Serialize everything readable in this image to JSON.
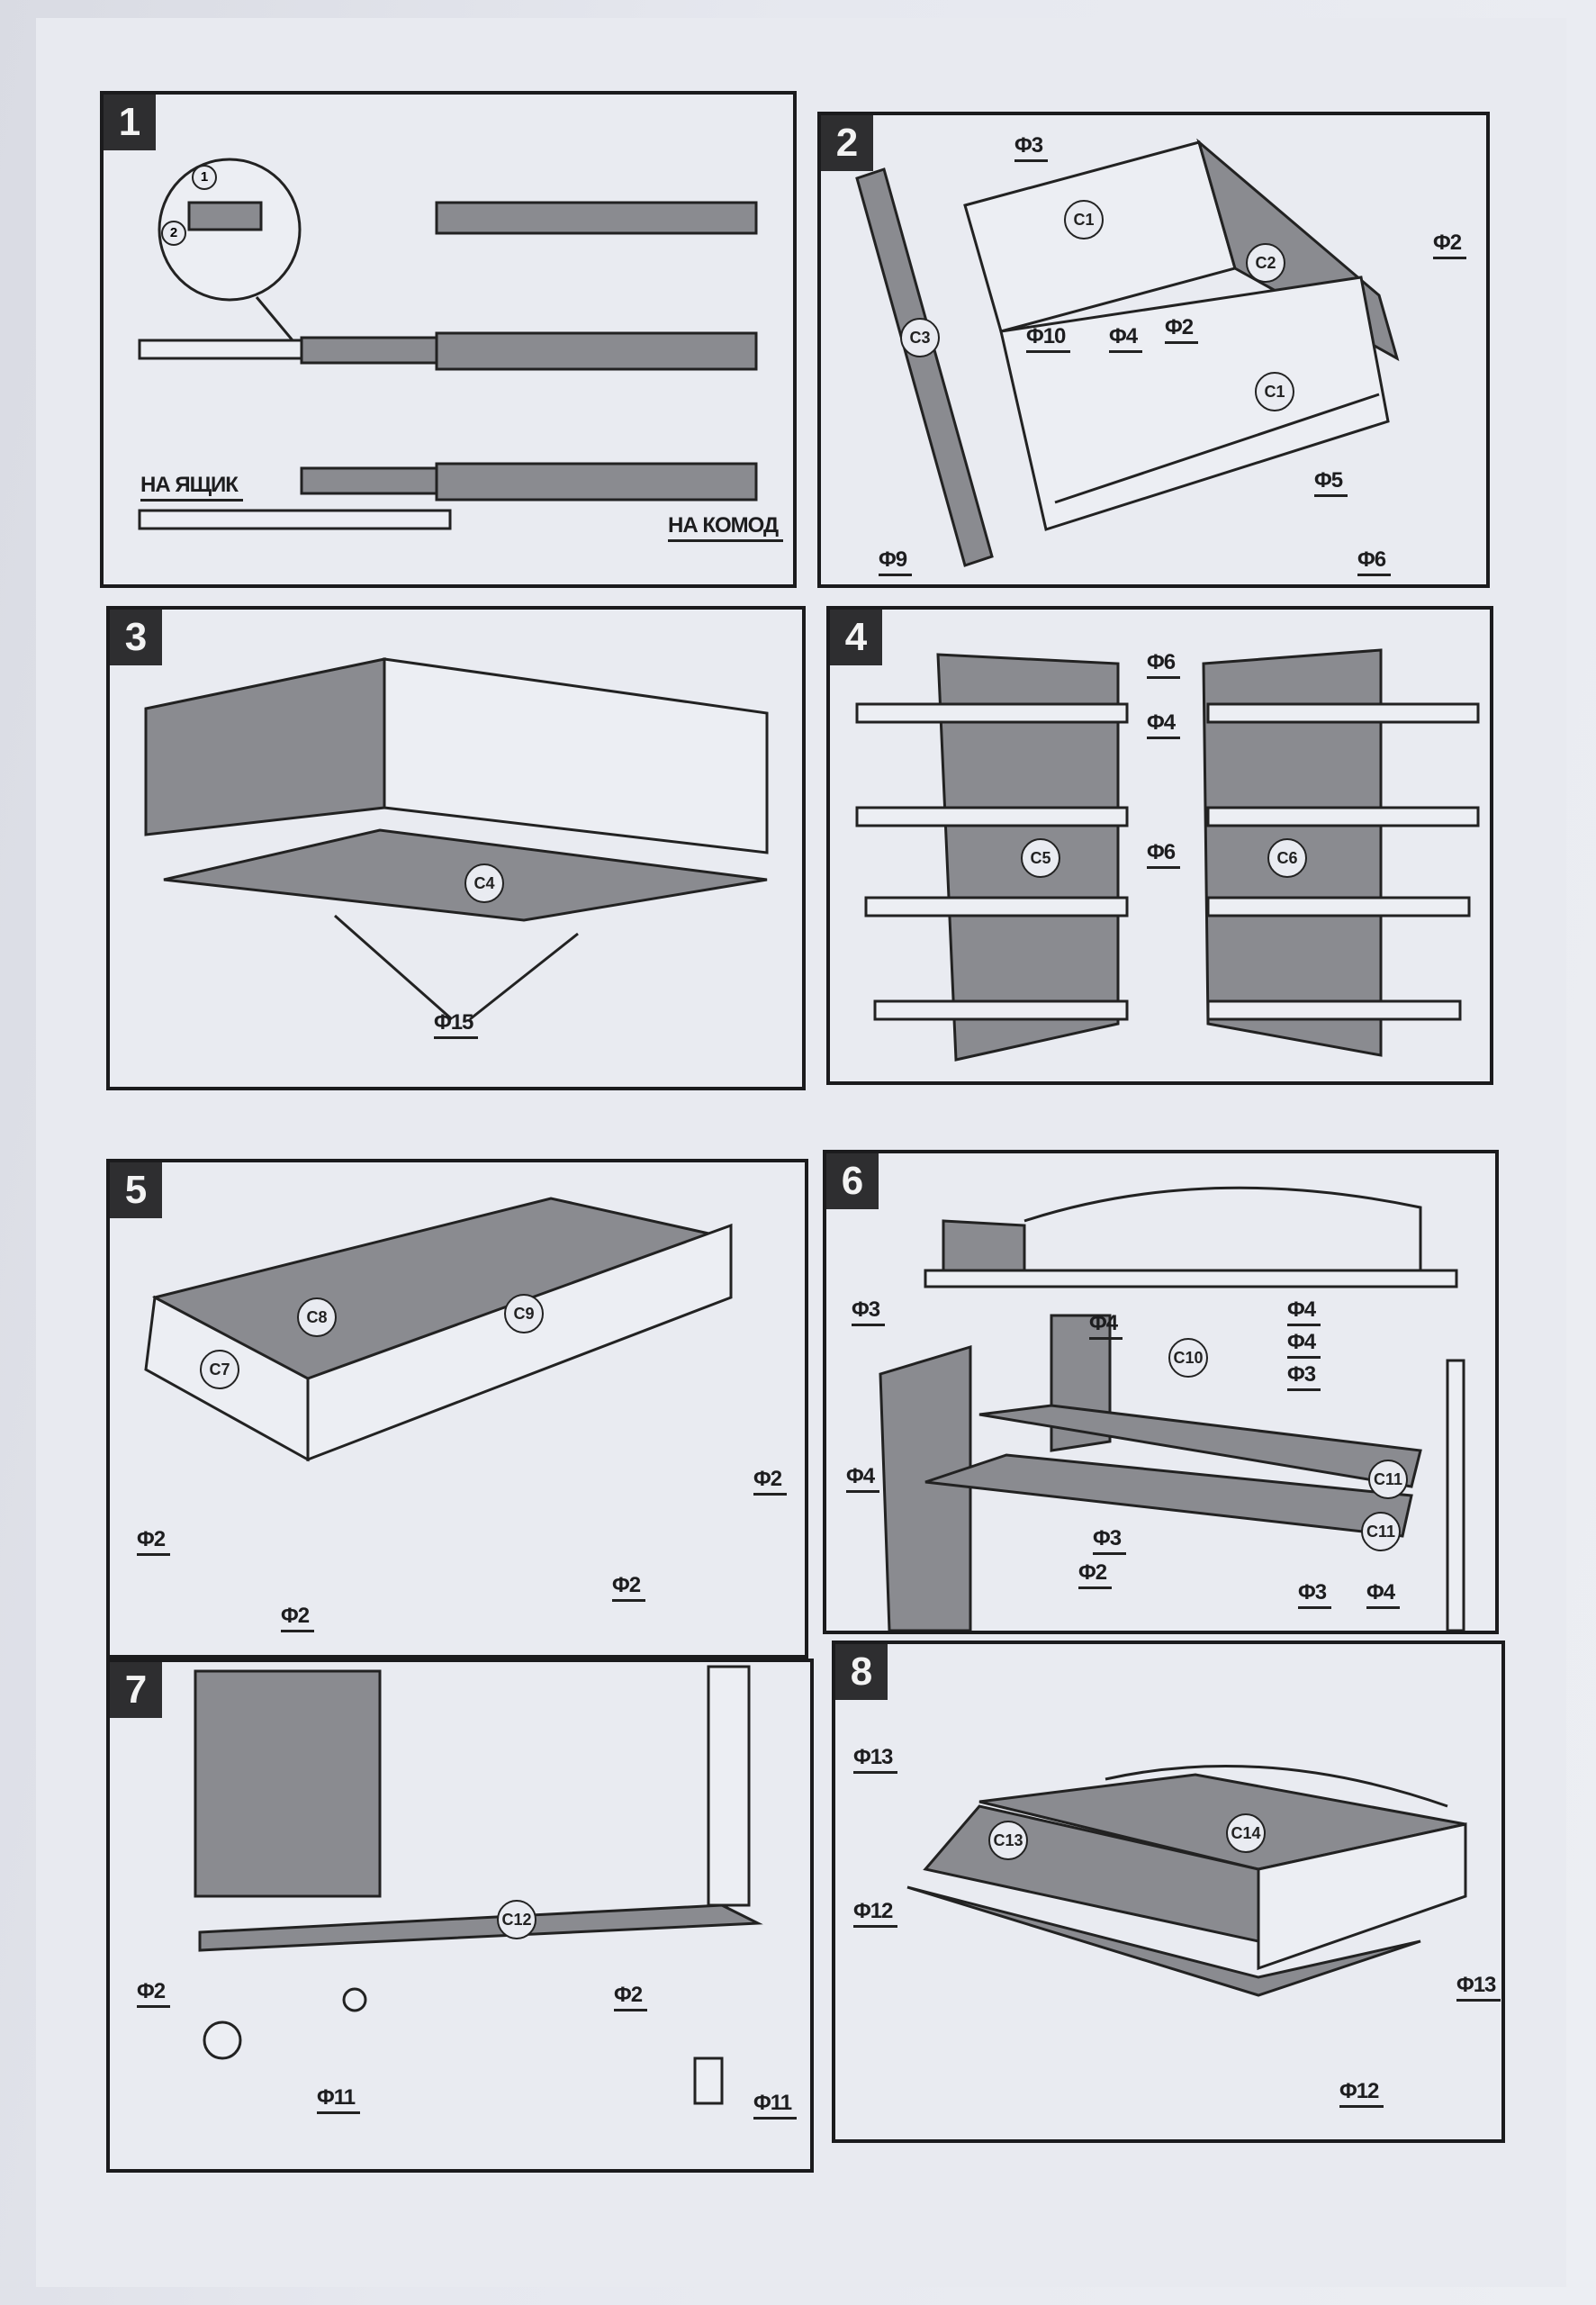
{
  "panels": [
    {
      "number": "1",
      "labels": [
        "НА ЯЩИК",
        "НА КОМОД"
      ],
      "steps": [
        "1",
        "2"
      ]
    },
    {
      "number": "2",
      "labels": [
        "Φ3",
        "Φ2",
        "Φ10",
        "Φ4",
        "Φ2",
        "Φ5",
        "Φ6",
        "Φ9"
      ],
      "parts": [
        "C1",
        "C2",
        "C3",
        "C1"
      ]
    },
    {
      "number": "3",
      "labels": [
        "Φ15"
      ],
      "parts": [
        "C4"
      ]
    },
    {
      "number": "4",
      "labels": [
        "Φ6",
        "Φ4",
        "Φ6"
      ],
      "parts": [
        "C5",
        "C6"
      ]
    },
    {
      "number": "5",
      "labels": [
        "Φ2",
        "Φ2",
        "Φ2",
        "Φ2"
      ],
      "parts": [
        "C8",
        "C9",
        "C7"
      ]
    },
    {
      "number": "6",
      "labels": [
        "Φ3",
        "Φ4",
        "Φ4",
        "Φ4",
        "Φ3",
        "Φ4",
        "Φ3",
        "Φ2",
        "Φ3",
        "Φ4"
      ],
      "parts": [
        "C10",
        "C11",
        "C11"
      ]
    },
    {
      "number": "7",
      "labels": [
        "Φ2",
        "Φ2",
        "Φ11",
        "Φ11"
      ],
      "parts": [
        "C12"
      ]
    },
    {
      "number": "8",
      "labels": [
        "Φ13",
        "Φ12",
        "Φ13",
        "Φ12"
      ],
      "parts": [
        "C13",
        "C14"
      ]
    }
  ]
}
